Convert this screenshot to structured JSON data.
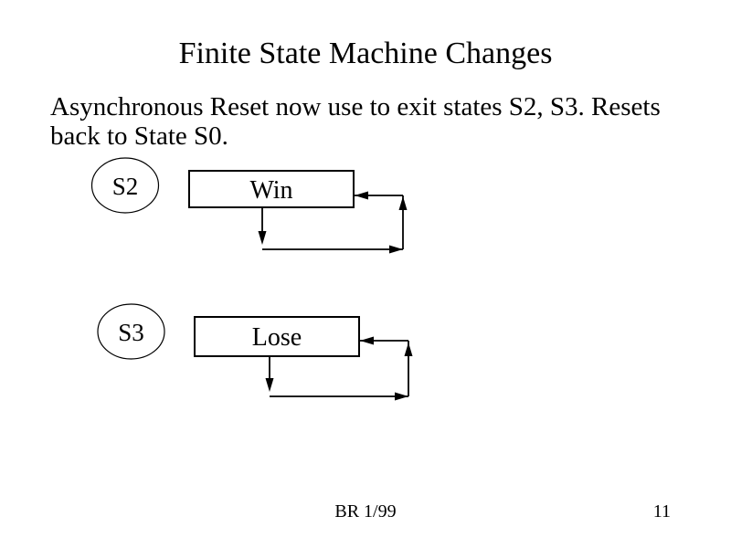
{
  "slide": {
    "title": "Finite State Machine Changes",
    "body_lines": [
      "Asynchronous Reset now use to exit states S2, S3. Resets",
      "back to State S0."
    ],
    "footer": {
      "credit": "BR 1/99",
      "page_number": "11"
    },
    "colors": {
      "background": "#ffffff",
      "text": "#000000",
      "line": "#000000"
    }
  },
  "diagram": {
    "states": [
      {
        "label": "S2",
        "action_label": "Win"
      },
      {
        "label": "S3",
        "action_label": "Lose"
      }
    ]
  }
}
